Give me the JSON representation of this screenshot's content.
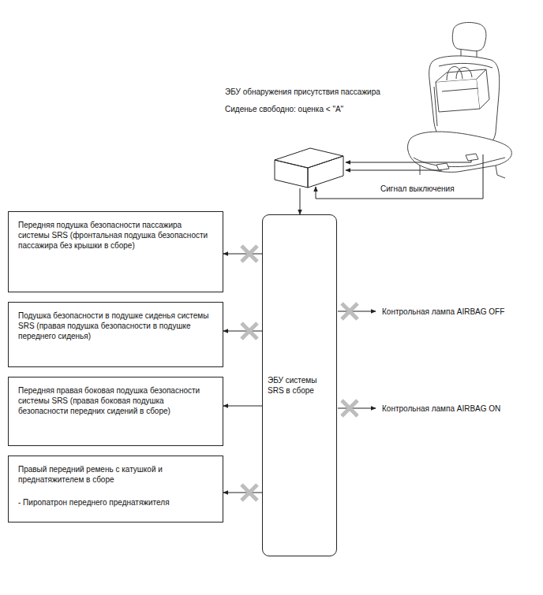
{
  "diagram": {
    "nodes": [
      {
        "text": [
          "ЭБУ обнаружения присутствия пассажира",
          "Сиденье свободно: оценка < \"A\""
        ]
      },
      {
        "text": [
          "Передняя подушка безопасности пассажира системы SRS (фронтальная подушка безопасности пассажира без крышки в сборе)"
        ]
      },
      {
        "text": [
          "Подушка безопасности в подушке сиденья системы SRS (правая подушка безопасности в подушке переднего сиденья)"
        ]
      },
      {
        "text": [
          "Передняя правая боковая подушка безопасности системы SRS (правая боковая подушка безопасности передних сидений в сборе)"
        ]
      },
      {
        "text": [
          "Правый передний ремень с катушкой и преднатяжителем в сборе",
          "- Пиропатрон переднего преднатяжителя"
        ]
      },
      {
        "text": [
          "ЭБУ системы SRS в сборе"
        ]
      }
    ],
    "edges": [
      {
        "from": 0,
        "to": 5,
        "arrow": "to"
      },
      {
        "from": 5,
        "to": 1,
        "arrow": "to"
      },
      {
        "from": 5,
        "to": 2,
        "arrow": "to"
      },
      {
        "from": 5,
        "to": 3,
        "arrow": "to"
      },
      {
        "from": 5,
        "to": 4,
        "arrow": "to"
      }
    ],
    "labels": [
      "Контрольная лампа AIRBAG OFF",
      "Контрольная лампа AIRBAG ON",
      "Сигнал выключения"
    ]
  }
}
